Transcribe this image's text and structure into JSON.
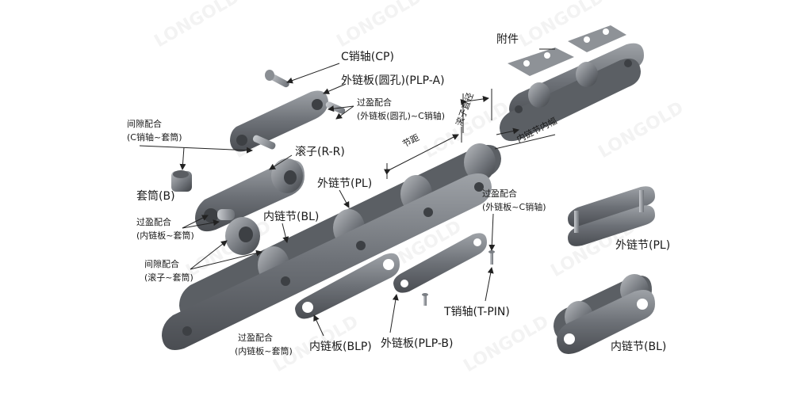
{
  "labels": {
    "c_pin": "C销轴(CP)",
    "outer_plate_round": "外链板(圆孔)(PLP-A)",
    "interference_top_1": "过盈配合",
    "interference_top_2": "(外链板(圆孔)~C销轴)",
    "clearance_top_1": "间隙配合",
    "clearance_top_2": "(C销轴~套筒)",
    "roller": "滚子(R-R)",
    "bushing": "套筒(B)",
    "interference_left_1": "过盈配合",
    "interference_left_2": "(内链板~套筒)",
    "clearance_left_1": "间隙配合",
    "clearance_left_2": "(滚子~套筒)",
    "inner_link": "内链节(BL)",
    "outer_link": "外链节(PL)",
    "pitch": "节距",
    "roller_diameter": "滚子直径",
    "inner_width": "内链节内幅",
    "attachment": "附件",
    "interference_right_1": "过盈配合",
    "interference_right_2": "(外链板~C销轴)",
    "t_pin": "T销轴(T-PIN)",
    "outer_plate_b": "外链板(PLP-B)",
    "inner_plate": "内链板(BLP)",
    "interference_bottom_1": "过盈配合",
    "interference_bottom_2": "(内链板~套筒)",
    "right_outer_link": "外链节(PL)",
    "right_inner_link": "内链节(BL)"
  },
  "watermark": "LONGOLD",
  "colors": {
    "metal_dark": "#4a4d52",
    "metal_mid": "#7b7f85",
    "metal_light": "#a9adb2",
    "hole": "#ffffff",
    "text": "#1a1a1a"
  }
}
